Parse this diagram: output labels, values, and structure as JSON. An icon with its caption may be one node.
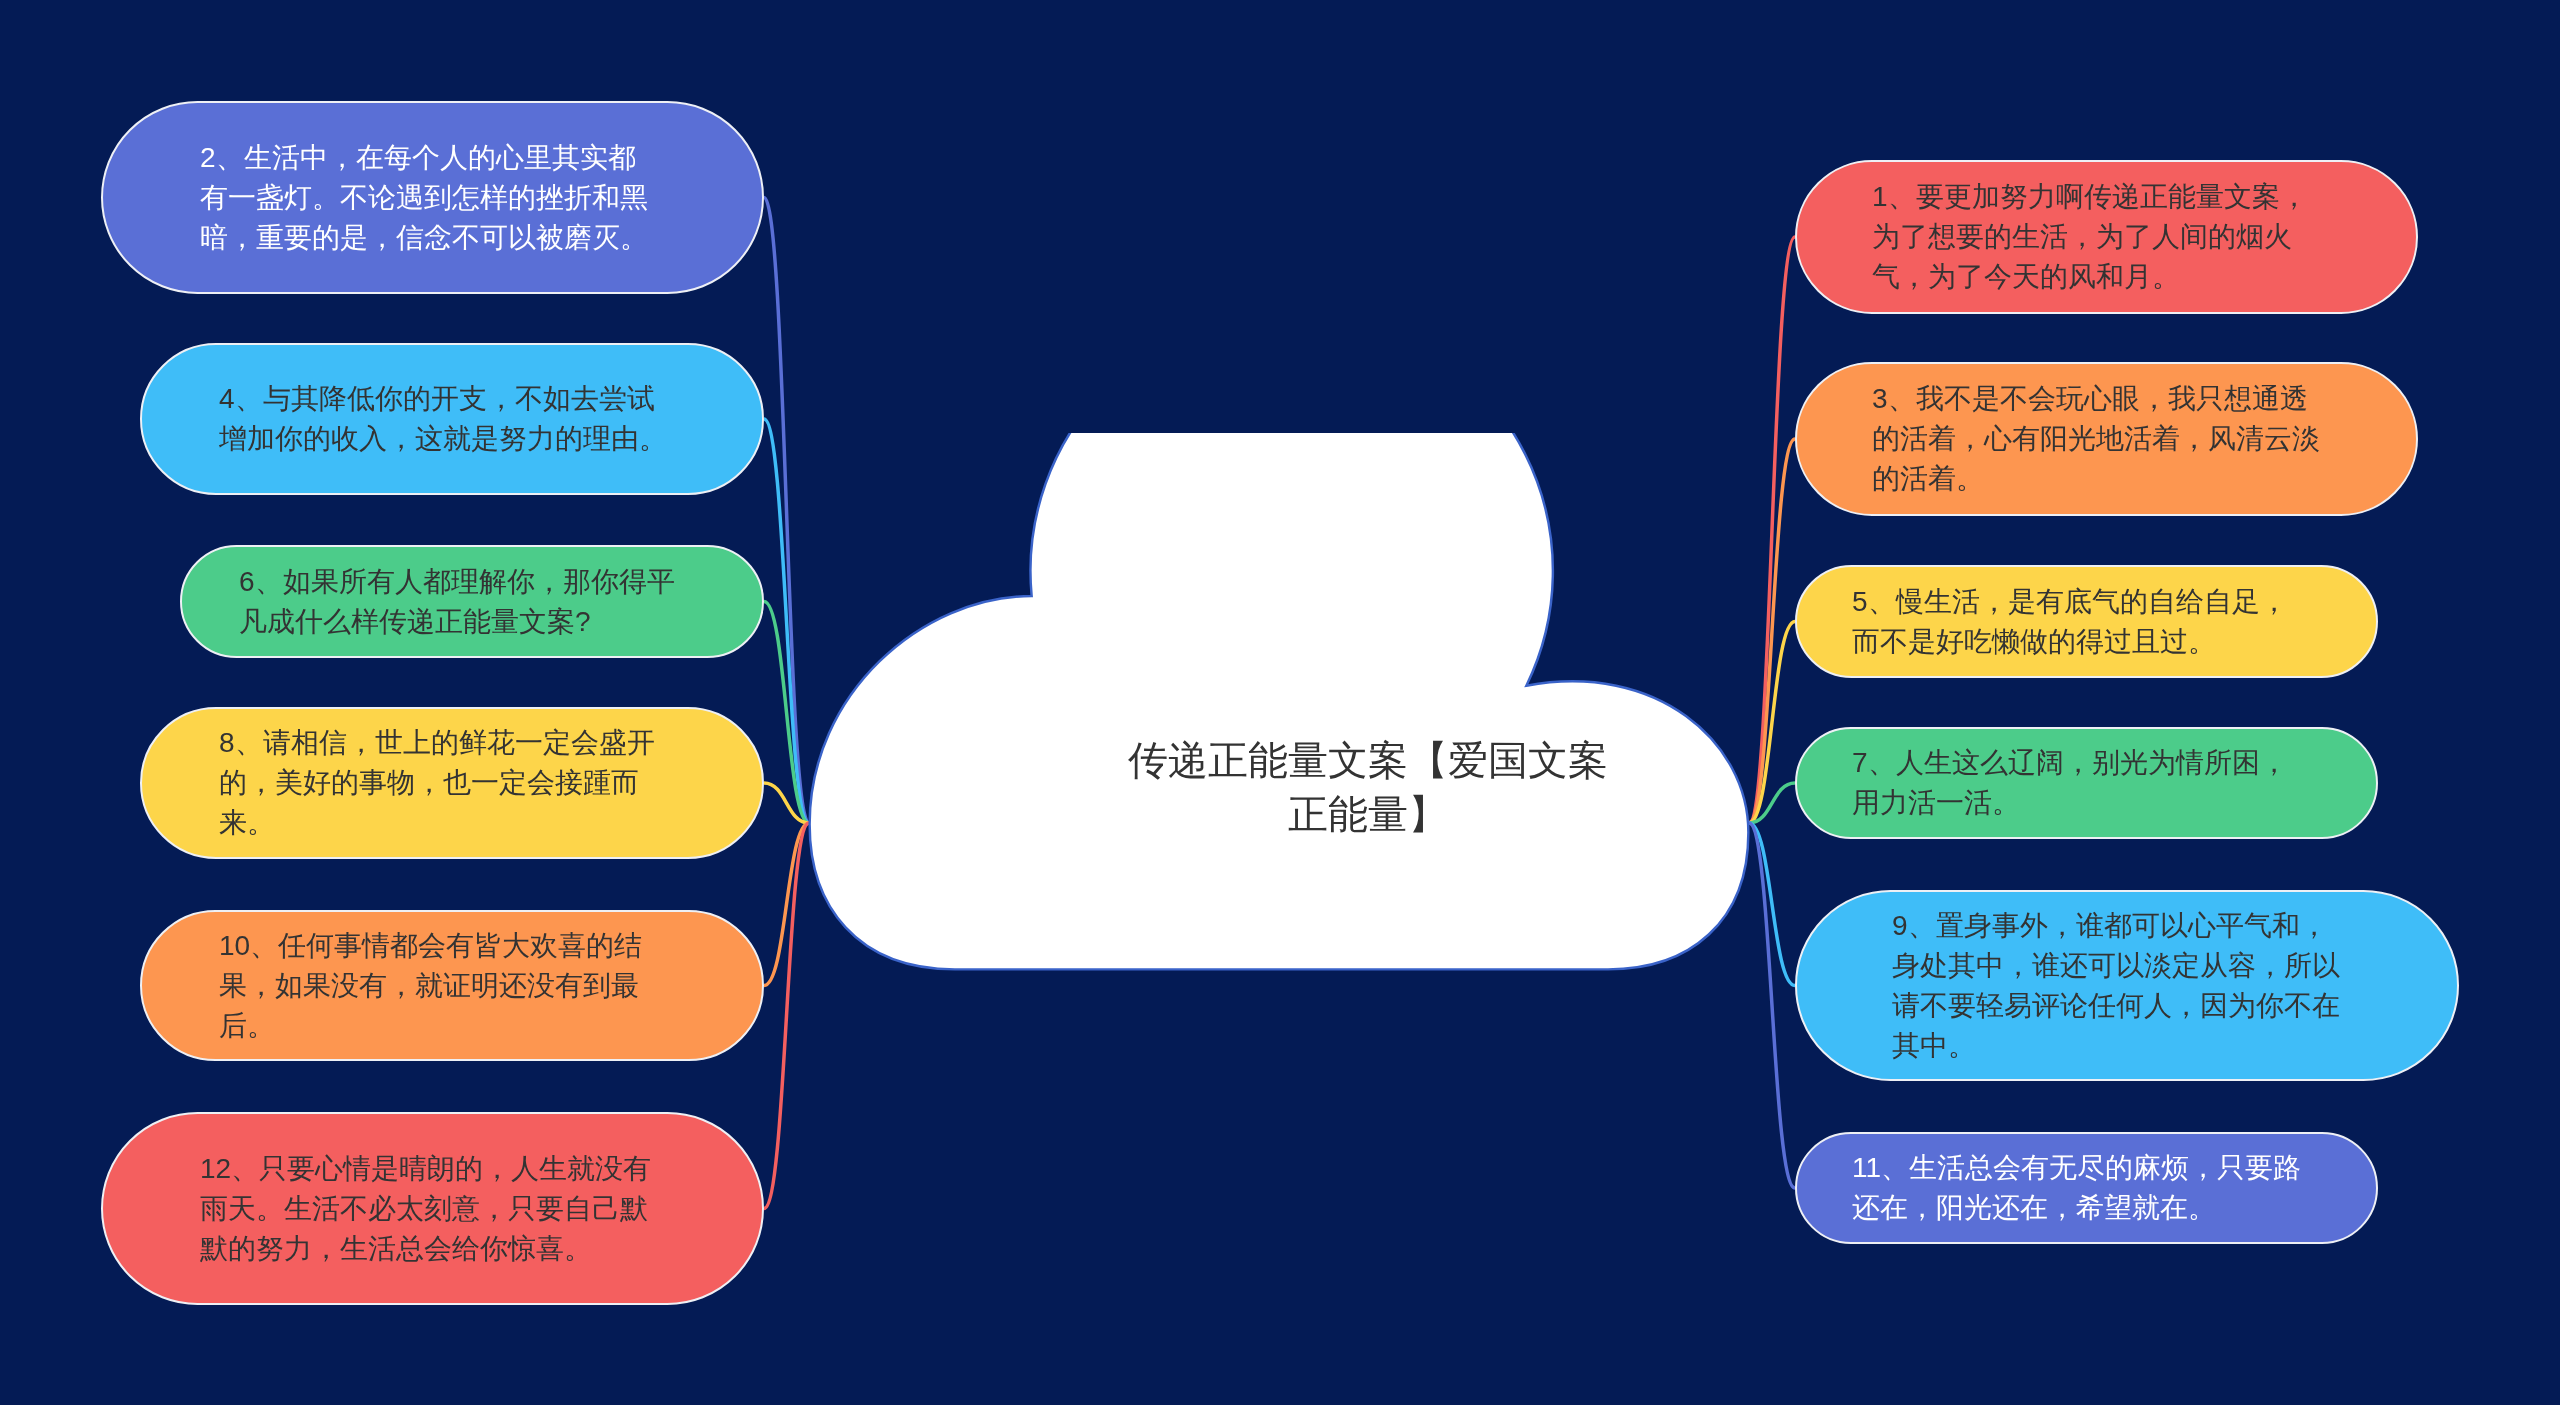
{
  "diagram": {
    "nodes": [
      {
        "text": [
          "传递正能量文案【爱国文案正能量】"
        ]
      },
      {
        "text": [
          "1、要更加努力啊传递正能量文案，为了想要的生活，为了人间的烟火气，为了今天的风和月。"
        ]
      },
      {
        "text": [
          "2、生活中，在每个人的心里其实都有一盏灯。不论遇到怎样的挫折和黑暗，重要的是，信念不可以被磨灭。"
        ]
      },
      {
        "text": [
          "3、我不是不会玩心眼，我只想通透的活着，心有阳光地活着，风清云淡的活着。"
        ]
      },
      {
        "text": [
          "4、与其降低你的开支，不如去尝试增加你的收入，这就是努力的理由。"
        ]
      },
      {
        "text": [
          "5、慢生活，是有底气的自给自足，而不是好吃懒做的得过且过。"
        ]
      },
      {
        "text": [
          "6、如果所有人都理解你，那你得平凡成什么样传递正能量文案?"
        ]
      },
      {
        "text": [
          "7、人生这么辽阔，别光为情所困，用力活一活。"
        ]
      },
      {
        "text": [
          "8、请相信，世上的鲜花一定会盛开的，美好的事物，也一定会接踵而来。"
        ]
      },
      {
        "text": [
          "9、置身事外，谁都可以心平气和，身处其中，谁还可以淡定从容，所以请不要轻易评论任何人，因为你不在其中。"
        ]
      },
      {
        "text": [
          "10、任何事情都会有皆大欢喜的结果，如果没有，就证明还没有到最后。"
        ]
      },
      {
        "text": [
          "11、生活总会有无尽的麻烦，只要路还在，阳光还在，希望就在。"
        ]
      },
      {
        "text": [
          "12、只要心情是晴朗的，人生就没有雨天。生活不必太刻意，只要自己默默的努力，生活总会给你惊喜。"
        ]
      }
    ],
    "edges": [
      {
        "from": 0,
        "to": 1,
        "arrow": "none",
        "color": "#f45f5f"
      },
      {
        "from": 0,
        "to": 2,
        "arrow": "none",
        "color": "#5a6fd6"
      },
      {
        "from": 0,
        "to": 3,
        "arrow": "none",
        "color": "#fd9650"
      },
      {
        "from": 0,
        "to": 4,
        "arrow": "none",
        "color": "#3fbdf8"
      },
      {
        "from": 0,
        "to": 5,
        "arrow": "none",
        "color": "#fdd54a"
      },
      {
        "from": 0,
        "to": 6,
        "arrow": "none",
        "color": "#4ccc8a"
      },
      {
        "from": 0,
        "to": 7,
        "arrow": "none",
        "color": "#4ccc8a"
      },
      {
        "from": 0,
        "to": 8,
        "arrow": "none",
        "color": "#fdd54a"
      },
      {
        "from": 0,
        "to": 9,
        "arrow": "none",
        "color": "#3fbdf8"
      },
      {
        "from": 0,
        "to": 10,
        "arrow": "none",
        "color": "#fd9650"
      },
      {
        "from": 0,
        "to": 11,
        "arrow": "none",
        "color": "#5a6fd6"
      },
      {
        "from": 0,
        "to": 12,
        "arrow": "none",
        "color": "#f45f5f"
      }
    ]
  }
}
